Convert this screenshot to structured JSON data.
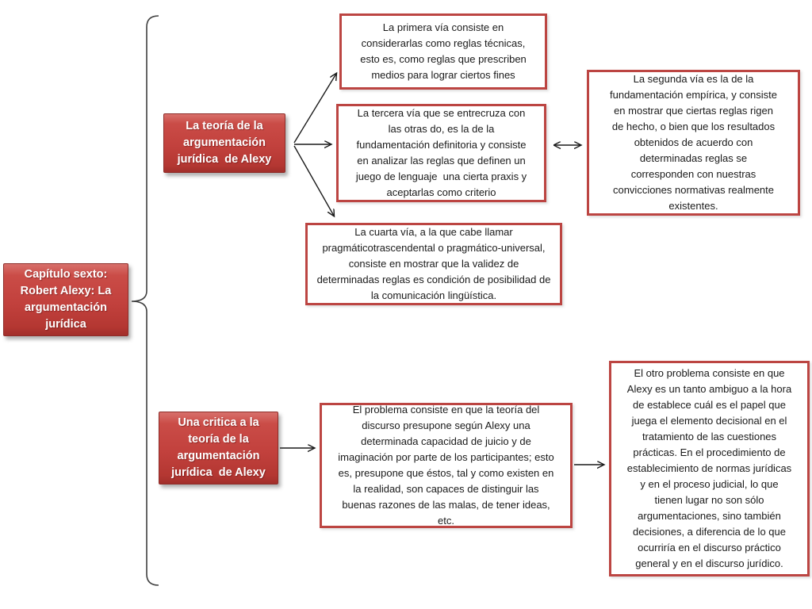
{
  "diagram": {
    "title_node": {
      "label": "Capítulo sexto:\nRobert Alexy: La\nargumentación\njurídica"
    },
    "branches": [
      {
        "label": "La teoría de la\nargumentación\njurídica  de Alexy"
      },
      {
        "label": "Una critica a la\nteoría de la\nargumentación\njurídica  de Alexy"
      }
    ],
    "notes": {
      "primera_via": "La primera vía consiste en\nconsiderarlas como reglas técnicas,\nesto es, como reglas que prescriben\nmedios para lograr ciertos fines",
      "tercera_via": "La tercera vía que se entrecruza con\nlas otras do, es la de la\nfundamentación definitoria y consiste\nen analizar las reglas que definen un\njuego de lenguaje  una cierta praxis y\naceptarlas como criterio",
      "segunda_via": "La segunda vía es la de la\nfundamentación empírica, y consiste\nen mostrar que ciertas reglas rigen\nde hecho, o bien que los resultados\nobtenidos de acuerdo con\ndeterminadas reglas se\ncorresponden con nuestras\nconvicciones normativas realmente\nexistentes.",
      "cuarta_via": "La cuarta vía, a la que cabe llamar\npragmáticotrascendental o pragmático-universal,\nconsiste en mostrar que la validez de\ndeterminadas reglas es condición de posibilidad de\nla comunicación lingüística.",
      "problema": "El problema consiste en que la teoría del\ndiscurso presupone según Alexy una\ndeterminada capacidad de juicio y de\nimaginación por parte de los participantes; esto\nes, presupone que éstos, tal y como existen en\nla realidad, son capaces de distinguir las\nbuenas razones de las malas, de tener ideas,\netc.",
      "otro_problema": "El otro problema consiste en que\nAlexy es un tanto ambiguo a la hora\nde establece cuál es el papel que\njuega el elemento decisional en el\ntratamiento de las cuestiones\nprácticas. En el procedimiento de\nestablecimiento de normas jurídicas\ny en el proceso judicial, lo que\ntienen lugar no son sólo\nargumentaciones, sino también\ndecisiones, a diferencia de lo que\nocurriría en el discurso práctico\ngeneral y en el discurso jurídico."
    },
    "colors": {
      "red_node_fill": "#c2413d",
      "red_node_border": "#8e2d29",
      "white_node_border": "#bc4542",
      "arrow": "#1a1a1a",
      "brace": "#404040",
      "text_on_red": "#ffffff",
      "text_on_white": "#1a1a1a"
    }
  }
}
